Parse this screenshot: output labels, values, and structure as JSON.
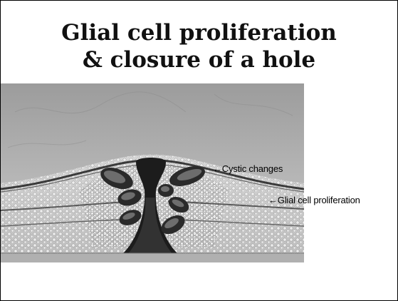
{
  "slide": {
    "title_line1": "Glial cell proliferation",
    "title_line2": "& closure of a hole"
  },
  "annotations": {
    "cystic": "←Cystic changes",
    "glial": "←Glial cell proliferation"
  },
  "colors": {
    "background": "#ffffff",
    "title": "#111111",
    "figure_top": "#a9a9a9",
    "figure_dark": "#1a1a1a",
    "figure_tissue": "#c8c8c8"
  }
}
